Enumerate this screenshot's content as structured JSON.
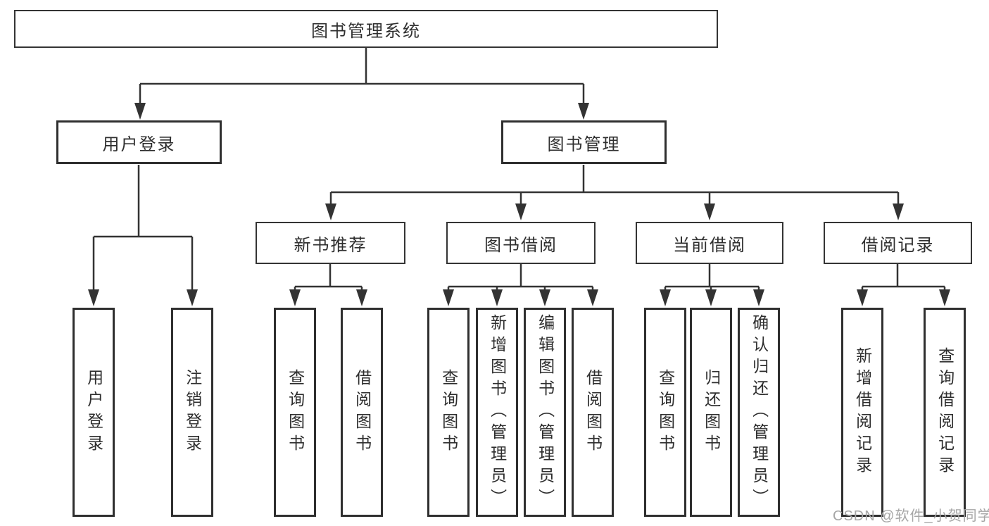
{
  "diagram": {
    "root": {
      "label": "图书管理系统"
    },
    "branches": [
      {
        "label": "用户登录",
        "children": [
          {
            "label": "用户登录"
          },
          {
            "label": "注销登录"
          }
        ]
      },
      {
        "label": "图书管理",
        "children": [
          {
            "label": "新书推荐",
            "children": [
              {
                "label": "查询图书"
              },
              {
                "label": "借阅图书"
              }
            ]
          },
          {
            "label": "图书借阅",
            "children": [
              {
                "label": "查询图书"
              },
              {
                "label": "新增图书（管理员）"
              },
              {
                "label": "编辑图书（管理员）"
              },
              {
                "label": "借阅图书"
              }
            ]
          },
          {
            "label": "当前借阅",
            "children": [
              {
                "label": "查询图书"
              },
              {
                "label": "归还图书"
              },
              {
                "label": "确认归还（管理员）"
              }
            ]
          },
          {
            "label": "借阅记录",
            "children": [
              {
                "label": "新增借阅记录"
              },
              {
                "label": "查询借阅记录"
              }
            ]
          }
        ]
      }
    ]
  },
  "watermark": {
    "text": "CSDN @软件_小贺同学",
    "color": "#a6a6a6"
  },
  "colors": {
    "line": "#333333",
    "box_border": "#2f2f2f",
    "text": "#2e2e2e",
    "background": "#ffffff"
  }
}
